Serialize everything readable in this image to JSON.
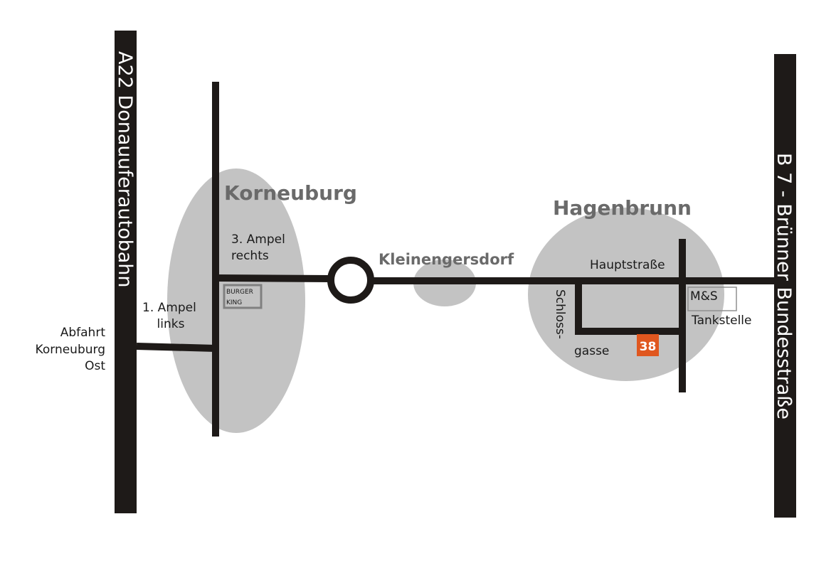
{
  "highways": {
    "left": "A22 Donauuferautobahn",
    "right": "B 7 - Brünner Bundesstraße"
  },
  "towns": {
    "korneuburg": "Korneuburg",
    "kleinengersdorf": "Kleinengersdorf",
    "hagenbrunn": "Hagenbrunn"
  },
  "labels": {
    "exit_line1": "Abfahrt",
    "exit_line2": "Korneuburg",
    "exit_line3": "Ost",
    "ampel1_line1": "1. Ampel",
    "ampel1_line2": "links",
    "ampel3_line1": "3. Ampel",
    "ampel3_line2": "rechts",
    "burger_line1": "BURGER",
    "burger_line2": "KING",
    "hauptstrasse": "Hauptstraße",
    "schloss_line1": "Schloss-",
    "schloss_line2": "gasse",
    "ms": "M&S",
    "tankstelle": "Tankstelle",
    "house_number": "38"
  },
  "colors": {
    "road": "#1e1a18",
    "area": "#c3c3c3",
    "marker": "#e0571f"
  }
}
